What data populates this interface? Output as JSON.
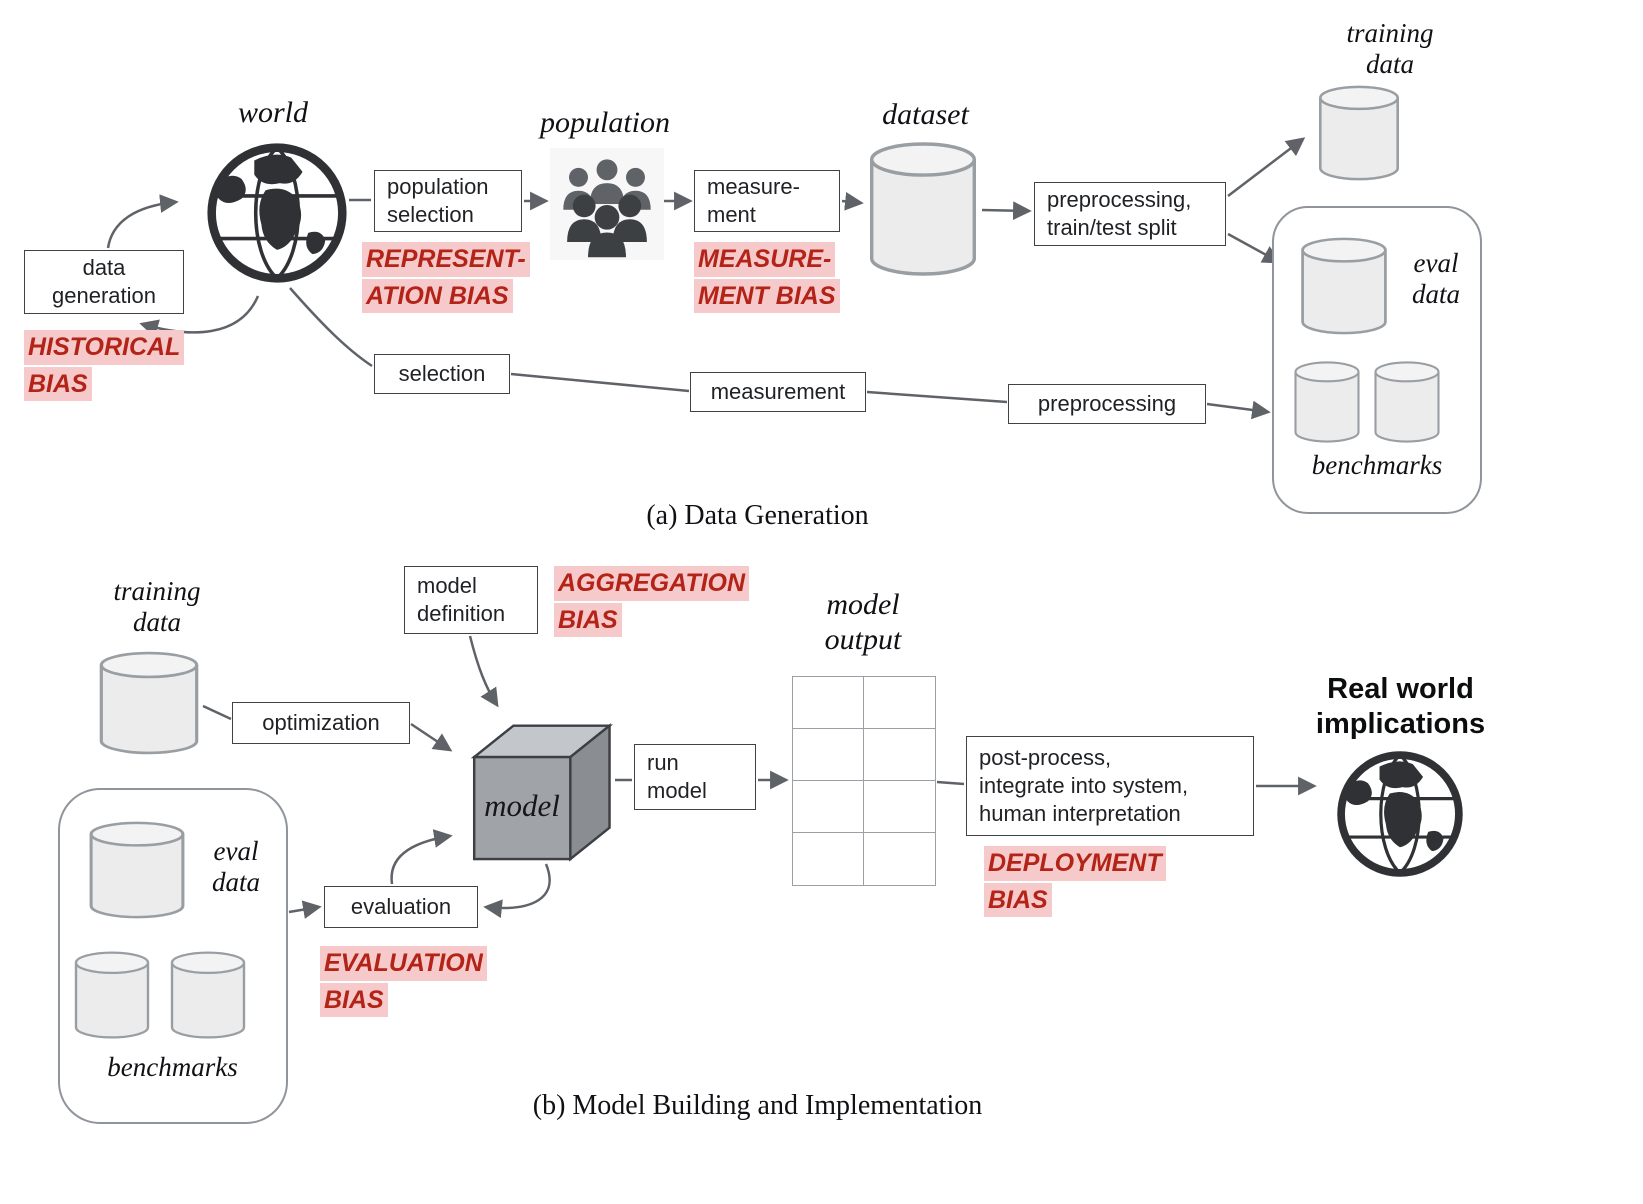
{
  "panel_a": {
    "caption": "(a) Data Generation",
    "world_label": "world",
    "population_label": "population",
    "dataset_label": "dataset",
    "training_data": {
      "line1": "training",
      "line2": "data"
    },
    "eval_data": {
      "line1": "eval",
      "line2": "data"
    },
    "benchmarks_label": "benchmarks",
    "boxes": {
      "data_generation": {
        "line1": "data",
        "line2": "generation"
      },
      "population_selection": {
        "line1": "population",
        "line2": "selection"
      },
      "measurement": {
        "line1": "measure-",
        "line2": "ment"
      },
      "preprocessing_split": {
        "line1": "preprocessing,",
        "line2": "train/test split"
      },
      "selection": "selection",
      "measurement2": "measurement",
      "preprocessing": "preprocessing"
    },
    "biases": {
      "historical": {
        "line1": "HISTORICAL",
        "line2": "BIAS"
      },
      "representation": {
        "line1": "REPRESENT-",
        "line2": "ATION  BIAS"
      },
      "measurement": {
        "line1": "MEASURE-",
        "line2": "MENT BIAS"
      }
    }
  },
  "panel_b": {
    "caption": "(b) Model Building and Implementation",
    "training_data": {
      "line1": "training",
      "line2": "data"
    },
    "eval_data": {
      "line1": "eval",
      "line2": "data"
    },
    "benchmarks_label": "benchmarks",
    "model_label": "model",
    "model_output": {
      "line1": "model",
      "line2": "output"
    },
    "real_world": {
      "line1": "Real world",
      "line2": "implications"
    },
    "boxes": {
      "model_definition": {
        "line1": "model",
        "line2": "definition"
      },
      "optimization": "optimization",
      "run_model": {
        "line1": "run",
        "line2": "model"
      },
      "post_process": {
        "line1": "post-process,",
        "line2": "integrate into system,",
        "line3": "human interpretation"
      },
      "evaluation": "evaluation"
    },
    "biases": {
      "aggregation": {
        "line1": "AGGREGATION",
        "line2": "BIAS"
      },
      "deployment": {
        "line1": "DEPLOYMENT",
        "line2": "BIAS"
      },
      "evaluation": {
        "line1": "EVALUATION",
        "line2": "BIAS"
      }
    }
  },
  "colors": {
    "bias_text": "#b42318",
    "bias_bg": "#f6caca",
    "arrow": "#5f6368",
    "cylinder_fill": "#ececec"
  }
}
